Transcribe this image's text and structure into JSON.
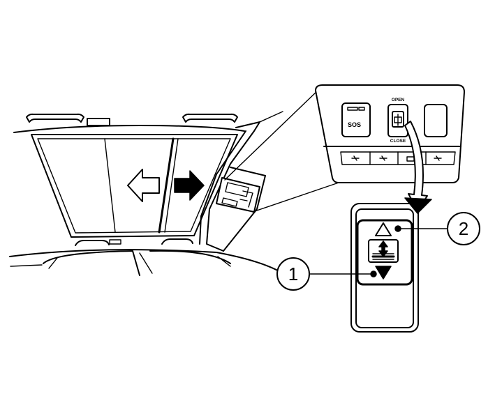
{
  "overhead_console": {
    "open_label": "OPEN",
    "close_label": "CLOSE",
    "sos_label": "SOS"
  },
  "callouts": [
    {
      "number": "1",
      "target": "close-switch"
    },
    {
      "number": "2",
      "target": "open-switch"
    }
  ],
  "icons": {
    "open_arrow": "triangle-up-outline-icon",
    "close_arrow": "triangle-down-filled-icon",
    "sunroof_switch": "sunroof-switch-icon",
    "open_direction_arrow": "arrow-left-outline-icon",
    "close_direction_arrow": "arrow-right-filled-icon"
  },
  "colors": {
    "line": "#000000",
    "background": "#ffffff"
  }
}
